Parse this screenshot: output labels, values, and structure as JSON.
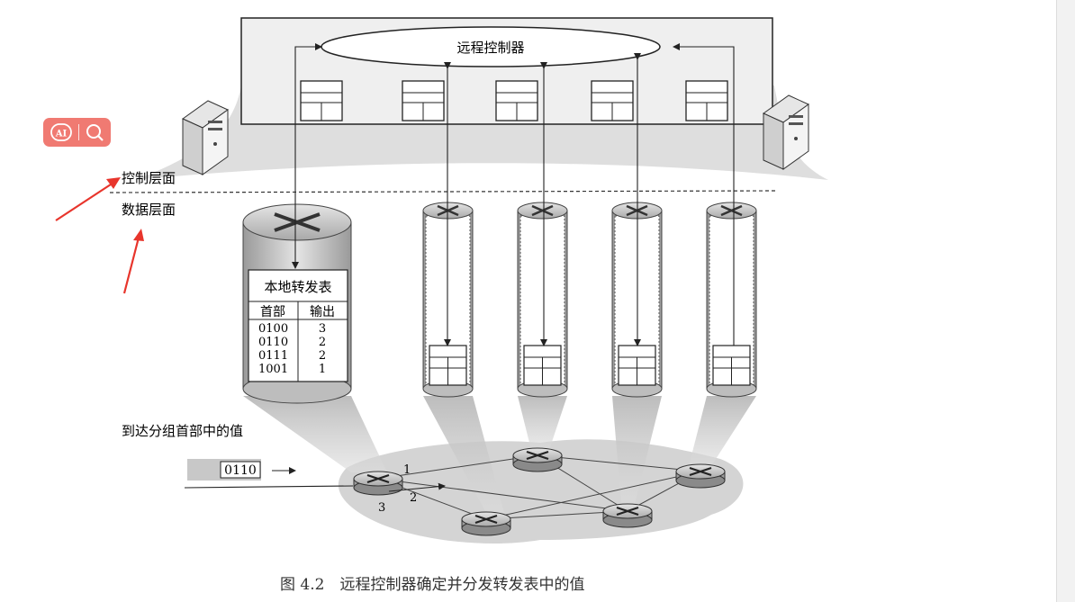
{
  "controller": {
    "title": "远程控制器"
  },
  "planes": {
    "control": "控制层面",
    "data": "数据层面"
  },
  "local_table": {
    "title": "本地转发表",
    "headers": [
      "首部",
      "输出"
    ],
    "rows": [
      [
        "0100",
        "3"
      ],
      [
        "0110",
        "2"
      ],
      [
        "0111",
        "2"
      ],
      [
        "1001",
        "1"
      ]
    ]
  },
  "packet": {
    "caption": "到达分组首部中的值",
    "value": "0110"
  },
  "ports": {
    "p1": "1",
    "p2": "2",
    "p3": "3"
  },
  "figure_caption": "图 4.2　远程控制器确定并分发转发表中的值",
  "colors": {
    "annotation_arrow": "#e8352c",
    "ai_toolbar": "#f07a72"
  },
  "toolbar": {
    "ai_icon": "ai-icon",
    "search_icon": "search-icon"
  }
}
